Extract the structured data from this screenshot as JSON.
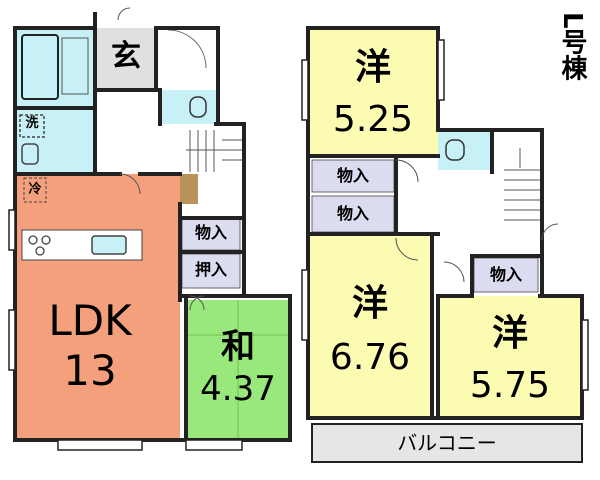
{
  "building_label": "L号棟",
  "first_floor": {
    "entrance": "玄",
    "washroom": "洗",
    "fridge": "冷",
    "ldk_name": "LDK",
    "ldk_size": "13",
    "storage_1": "物入",
    "closet": "押入",
    "japanese_room_name": "和",
    "japanese_room_size": "4.37"
  },
  "second_floor": {
    "room_a_name": "洋",
    "room_a_size": "5.25",
    "storage_a": "物入",
    "storage_b": "物入",
    "room_b_name": "洋",
    "room_b_size": "6.76",
    "storage_c": "物入",
    "room_c_name": "洋",
    "room_c_size": "5.75",
    "balcony": "バルコニー"
  },
  "colors": {
    "ldk": "#f4a07c",
    "japanese_room": "#98e87c",
    "western_room": "#fbfbb2",
    "wet_area": "#c7f1f7",
    "storage": "#dcdcf0",
    "balcony": "#e6e6e6",
    "wall": "#222222"
  }
}
